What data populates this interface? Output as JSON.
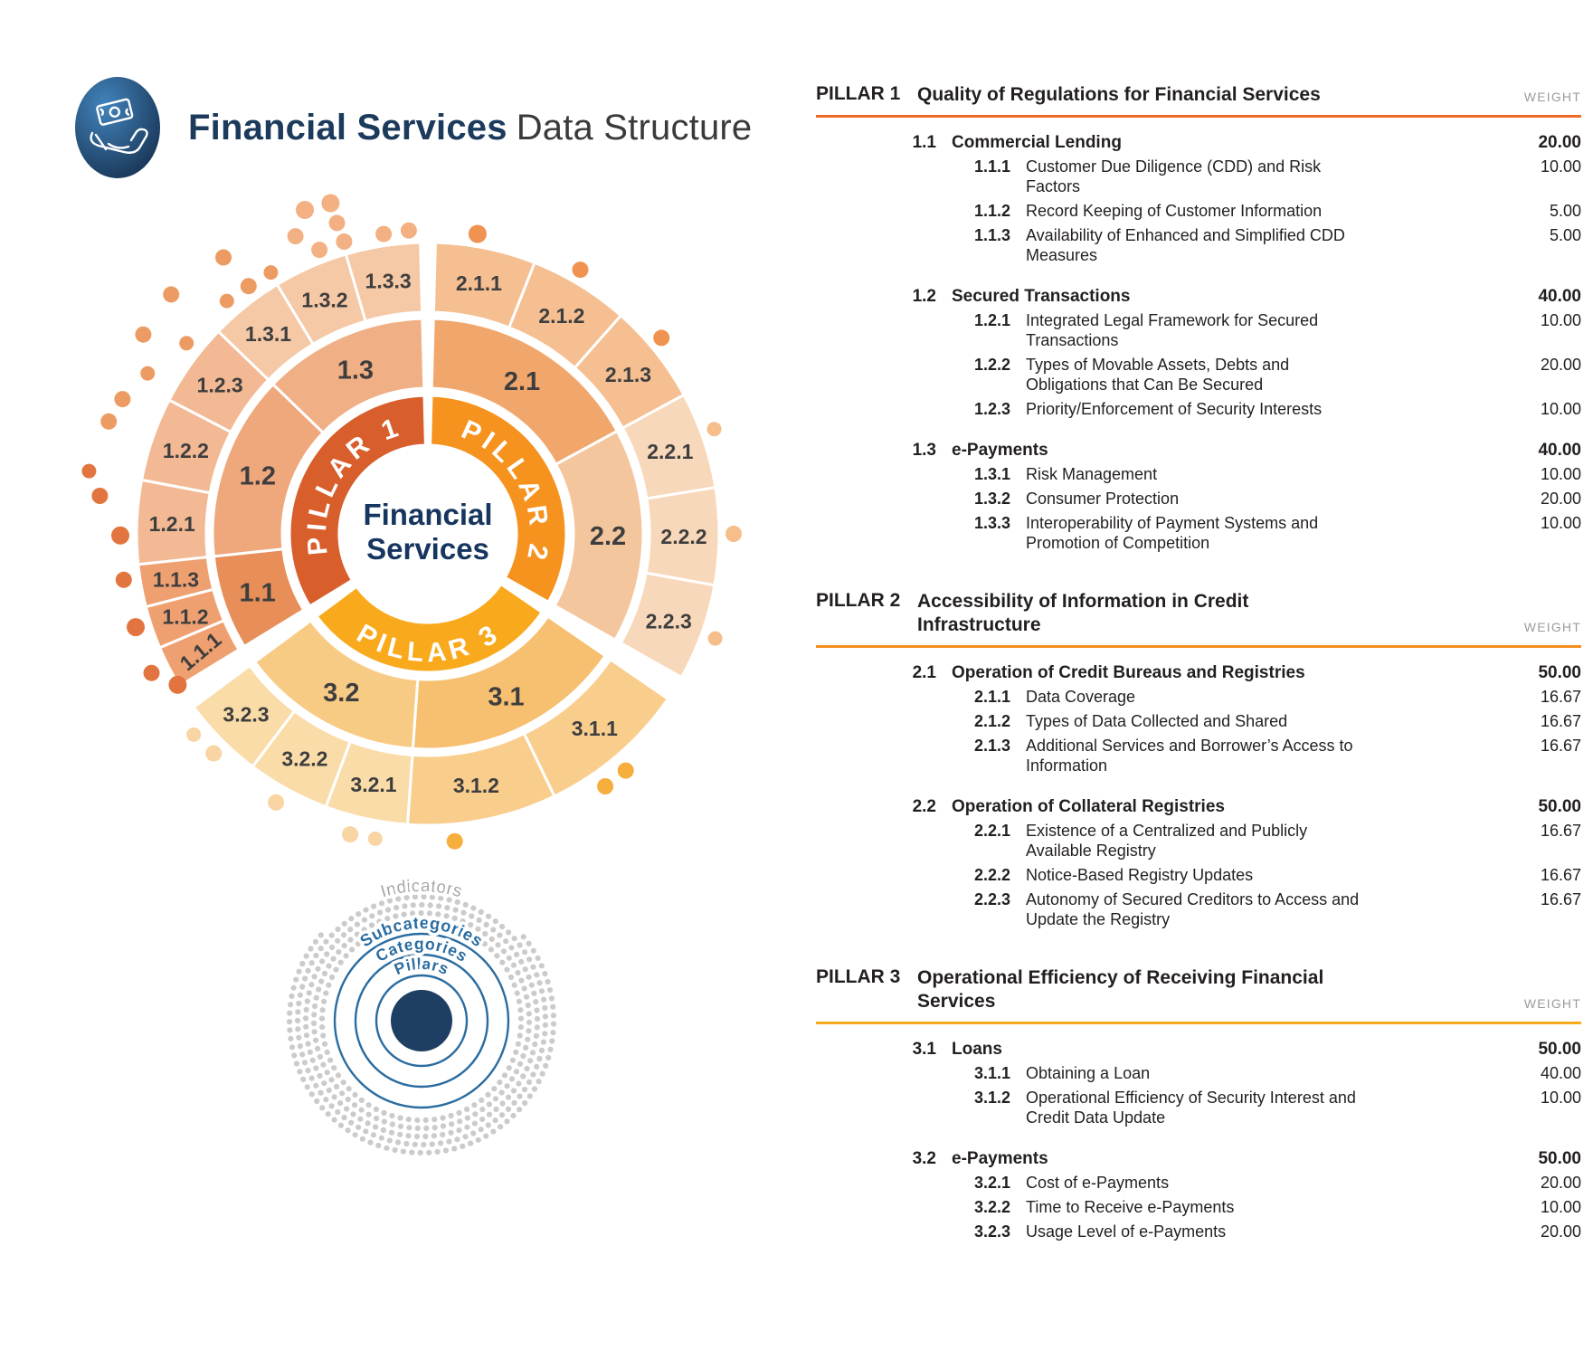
{
  "header": {
    "title_bold": "Financial Services",
    "title_regular": "Data Structure"
  },
  "center": {
    "line1": "Financial",
    "line2": "Services"
  },
  "weight_header": "WEIGHT",
  "legend": {
    "labels": [
      "Pillars",
      "Categories",
      "Subcategories",
      "Indicators"
    ]
  },
  "colors": {
    "title_navy": "#1B3A5C",
    "title_gray": "#3A3A3A",
    "center_text": "#16355F",
    "ring_label": "#3E3E3E",
    "pillar_rings": {
      "1": "#D85E2B",
      "2": "#F6921E",
      "3": "#F9A91C"
    },
    "categories": {
      "1.1": "#E78E59",
      "1.2": "#EFA77C",
      "1.3": "#F0AF85",
      "2.1": "#F1A76C",
      "2.2": "#F3C69E",
      "3.1": "#F7BF70",
      "3.2": "#F8CB85"
    },
    "subcategories": {
      "1.1": "#EFA071",
      "1.2": "#F3B994",
      "1.3": "#F5C8A6",
      "2.1": "#F5BF92",
      "2.2": "#F8D8BA",
      "3.1": "#F9CE8D",
      "3.2": "#FADCA9"
    },
    "accents": [
      "#EF6A25",
      "#F5901E",
      "#F9A91C"
    ],
    "table_text": "#231F20",
    "weight_header": "#9B9B9B",
    "legend_blue": "#2A6CA0",
    "legend_navy": "#1E3E63",
    "legend_dot": "#CBCBCB",
    "legend_gray": "#A7A7A7"
  },
  "pillars": [
    {
      "label": "PILLAR 1",
      "arc_label": "PILLAR 1",
      "title": "Quality of Regulations for Financial Services",
      "categories": [
        {
          "num": "1.1",
          "name": "Commercial Lending",
          "weight": "20.00",
          "subcategories": [
            {
              "num": "1.1.1",
              "name": "Customer Due Diligence (CDD) and Risk Factors",
              "weight": "10.00"
            },
            {
              "num": "1.1.2",
              "name": "Record Keeping of Customer Information",
              "weight": "5.00"
            },
            {
              "num": "1.1.3",
              "name": "Availability of Enhanced and Simplified CDD Measures",
              "weight": "5.00"
            }
          ]
        },
        {
          "num": "1.2",
          "name": "Secured Transactions",
          "weight": "40.00",
          "subcategories": [
            {
              "num": "1.2.1",
              "name": "Integrated Legal Framework for Secured Transactions",
              "weight": "10.00"
            },
            {
              "num": "1.2.2",
              "name": "Types of Movable Assets, Debts and Obligations that Can Be Secured",
              "weight": "20.00"
            },
            {
              "num": "1.2.3",
              "name": "Priority/Enforcement of Security Interests",
              "weight": "10.00"
            }
          ]
        },
        {
          "num": "1.3",
          "name": "e-Payments",
          "weight": "40.00",
          "subcategories": [
            {
              "num": "1.3.1",
              "name": "Risk Management",
              "weight": "10.00"
            },
            {
              "num": "1.3.2",
              "name": "Consumer Protection",
              "weight": "20.00"
            },
            {
              "num": "1.3.3",
              "name": "Interoperability of Payment Systems and Promotion of Competition",
              "weight": "10.00"
            }
          ]
        }
      ]
    },
    {
      "label": "PILLAR 2",
      "arc_label": "PILLAR 2",
      "title": "Accessibility of Information in Credit Infrastructure",
      "categories": [
        {
          "num": "2.1",
          "name": "Operation of Credit Bureaus and Registries",
          "weight": "50.00",
          "subcategories": [
            {
              "num": "2.1.1",
              "name": "Data Coverage",
              "weight": "16.67"
            },
            {
              "num": "2.1.2",
              "name": "Types of Data Collected and Shared",
              "weight": "16.67"
            },
            {
              "num": "2.1.3",
              "name": "Additional Services and Borrower’s Access to Information",
              "weight": "16.67"
            }
          ]
        },
        {
          "num": "2.2",
          "name": "Operation of Collateral Registries",
          "weight": "50.00",
          "subcategories": [
            {
              "num": "2.2.1",
              "name": "Existence of a Centralized and Publicly Available Registry",
              "weight": "16.67"
            },
            {
              "num": "2.2.2",
              "name": "Notice-Based Registry Updates",
              "weight": "16.67"
            },
            {
              "num": "2.2.3",
              "name": "Autonomy of Secured Creditors to Access and Update the Registry",
              "weight": "16.67"
            }
          ]
        }
      ]
    },
    {
      "label": "PILLAR 3",
      "arc_label": "PILLAR 3",
      "title": "Operational Efficiency of Receiving Financial Services",
      "categories": [
        {
          "num": "3.1",
          "name": "Loans",
          "weight": "50.00",
          "subcategories": [
            {
              "num": "3.1.1",
              "name": "Obtaining a Loan",
              "weight": "40.00"
            },
            {
              "num": "3.1.2",
              "name": "Operational Efficiency of Security Interest and Credit Data Update",
              "weight": "10.00"
            }
          ]
        },
        {
          "num": "3.2",
          "name": "e-Payments",
          "weight": "50.00",
          "subcategories": [
            {
              "num": "3.2.1",
              "name": "Cost of e-Payments",
              "weight": "20.00"
            },
            {
              "num": "3.2.2",
              "name": "Time to Receive e-Payments",
              "weight": "10.00"
            },
            {
              "num": "3.2.3",
              "name": "Usage Level of e-Payments",
              "weight": "20.00"
            }
          ]
        }
      ]
    }
  ],
  "dots": [
    {
      "a": 9.4,
      "r": 336,
      "s": 10,
      "c": "#F09350"
    },
    {
      "a": 30,
      "r": 337,
      "s": 9,
      "c": "#F09350"
    },
    {
      "a": 50,
      "r": 337,
      "s": 9,
      "c": "#F09350"
    },
    {
      "a": 69.9,
      "r": 337,
      "s": 8,
      "c": "#F6BE8A"
    },
    {
      "a": 90,
      "r": 338,
      "s": 9,
      "c": "#F6BE8A"
    },
    {
      "a": 110,
      "r": 338,
      "s": 8,
      "c": "#F6BE8A"
    },
    {
      "a": 140.1,
      "r": 341,
      "s": 9,
      "c": "#F6AE3C"
    },
    {
      "a": 144.9,
      "r": 341,
      "s": 9,
      "c": "#F6AE3C"
    },
    {
      "a": 175,
      "r": 341,
      "s": 9,
      "c": "#F6AE3C"
    },
    {
      "a": 189.8,
      "r": 342,
      "s": 8,
      "c": "#F8D5A2"
    },
    {
      "a": 194.5,
      "r": 343,
      "s": 9,
      "c": "#F8D5A2"
    },
    {
      "a": 209.5,
      "r": 341,
      "s": 9,
      "c": "#F8D5A2"
    },
    {
      "a": 224.3,
      "r": 339,
      "s": 9,
      "c": "#F8D5A2"
    },
    {
      "a": 229.4,
      "r": 341,
      "s": 8,
      "c": "#F8D5A2"
    },
    {
      "a": 238.9,
      "r": 323,
      "s": 10,
      "c": "#E2753F"
    },
    {
      "a": 243.3,
      "r": 342,
      "s": 9,
      "c": "#E2753F"
    },
    {
      "a": 252.3,
      "r": 339,
      "s": 10,
      "c": "#E2753F"
    },
    {
      "a": 261.4,
      "r": 340,
      "s": 9,
      "c": "#E2753F"
    },
    {
      "a": 269.7,
      "r": 340,
      "s": 10,
      "c": "#E2753F"
    },
    {
      "a": 276.6,
      "r": 365,
      "s": 9,
      "c": "#E2753F"
    },
    {
      "a": 280.5,
      "r": 381,
      "s": 8,
      "c": "#E2753F"
    },
    {
      "a": 289.4,
      "r": 374,
      "s": 9,
      "c": "#EC9C63"
    },
    {
      "a": 293.8,
      "r": 369,
      "s": 9,
      "c": "#EC9C63"
    },
    {
      "a": 299.8,
      "r": 357,
      "s": 8,
      "c": "#EC9C63"
    },
    {
      "a": 305,
      "r": 384,
      "s": 9,
      "c": "#EC9C63"
    },
    {
      "a": 308.3,
      "r": 340,
      "s": 8,
      "c": "#EC9C63"
    },
    {
      "a": 313,
      "r": 388,
      "s": 9,
      "c": "#EC9C63"
    },
    {
      "a": 319.2,
      "r": 340,
      "s": 8,
      "c": "#EC9C63"
    },
    {
      "a": 323.5,
      "r": 380,
      "s": 9,
      "c": "#EC9C63"
    },
    {
      "a": 324.1,
      "r": 338,
      "s": 9,
      "c": "#EC9C63"
    },
    {
      "a": 329,
      "r": 337,
      "s": 8,
      "c": "#EC9C63"
    },
    {
      "a": 336,
      "r": 360,
      "s": 9,
      "c": "#F3B183"
    },
    {
      "a": 339.1,
      "r": 336,
      "s": 9,
      "c": "#F3B183"
    },
    {
      "a": 339.2,
      "r": 383,
      "s": 10,
      "c": "#F3B183"
    },
    {
      "a": 343.6,
      "r": 381,
      "s": 10,
      "c": "#F3B183"
    },
    {
      "a": 343.7,
      "r": 358,
      "s": 9,
      "c": "#F3B183"
    },
    {
      "a": 344,
      "r": 336,
      "s": 9,
      "c": "#F3B183"
    },
    {
      "a": 351.6,
      "r": 335,
      "s": 9,
      "c": "#F3B183"
    },
    {
      "a": 356.4,
      "r": 336,
      "s": 9,
      "c": "#F3B183"
    }
  ]
}
